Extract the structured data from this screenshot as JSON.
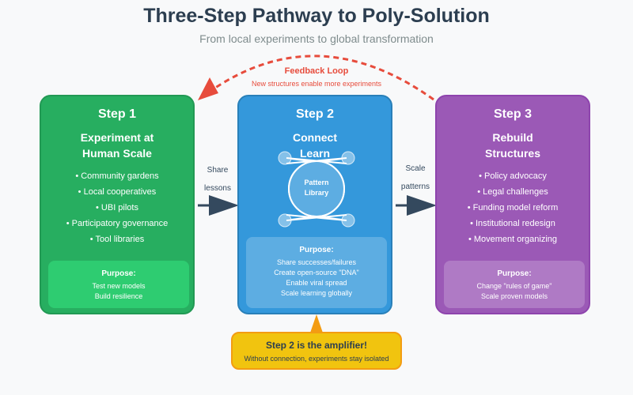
{
  "header": {
    "title": "Three-Step Pathway to Poly-Solution",
    "subtitle": "From local experiments to global transformation"
  },
  "feedback_loop": {
    "title": "Feedback Loop",
    "subtitle": "New structures enable more experiments",
    "color": "#e74c3c"
  },
  "steps": [
    {
      "number": "Step 1",
      "name_lines": [
        "Experiment at",
        "Human Scale"
      ],
      "color": "#27ae60",
      "items": [
        "• Community gardens",
        "• Local cooperatives",
        "• UBI pilots",
        "• Participatory governance",
        "• Tool libraries"
      ],
      "purpose_label": "Purpose:",
      "purpose_lines": [
        "Test new models",
        "Build resilience"
      ]
    },
    {
      "number": "Step 2",
      "name_lines": [
        "Connect",
        "Learn"
      ],
      "color": "#3498db",
      "hub_label_lines": [
        "Pattern",
        "Library"
      ],
      "purpose_label": "Purpose:",
      "purpose_lines": [
        "Share successes/failures",
        "Create open-source \"DNA\"",
        "Enable viral spread",
        "Scale learning globally"
      ]
    },
    {
      "number": "Step 3",
      "name_lines": [
        "Rebuild",
        "Structures"
      ],
      "color": "#9b59b6",
      "items": [
        "• Policy advocacy",
        "• Legal challenges",
        "• Funding model reform",
        "• Institutional redesign",
        "• Movement organizing"
      ],
      "purpose_label": "Purpose:",
      "purpose_lines": [
        "Change \"rules of game\"",
        "Scale proven models"
      ]
    }
  ],
  "connectors": [
    {
      "label_lines": [
        "Share",
        "lessons"
      ]
    },
    {
      "label_lines": [
        "Scale",
        "patterns"
      ]
    }
  ],
  "callout": {
    "title": "Step 2 is the amplifier!",
    "subtitle": "Without connection, experiments stay isolated",
    "color": "#f1c40f"
  }
}
